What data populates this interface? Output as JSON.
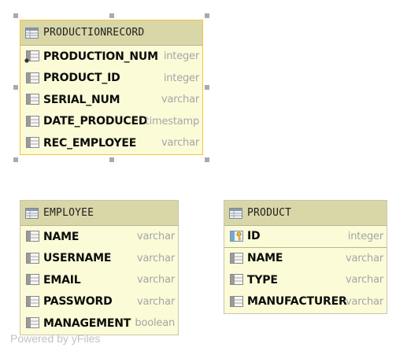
{
  "colors": {
    "header_bg": "#d9d6a8",
    "body_bg": "#fbfbd8",
    "selection_border": "#f3c43c",
    "type_text": "#a5a5a5"
  },
  "tables": {
    "productionrecord": {
      "title": "PRODUCTIONRECORD",
      "icon": "table-icon",
      "selected": true,
      "columns": [
        {
          "name": "PRODUCTION_NUM",
          "type": "integer",
          "icon": "column-icon",
          "marker": "dot"
        },
        {
          "name": "PRODUCT_ID",
          "type": "integer",
          "icon": "column-icon"
        },
        {
          "name": "SERIAL_NUM",
          "type": "varchar",
          "icon": "column-icon"
        },
        {
          "name": "DATE_PRODUCED",
          "type": "timestamp",
          "icon": "column-icon"
        },
        {
          "name": "REC_EMPLOYEE",
          "type": "varchar",
          "icon": "column-icon"
        }
      ]
    },
    "employee": {
      "title": "EMPLOYEE",
      "icon": "table-icon",
      "columns": [
        {
          "name": "NAME",
          "type": "varchar",
          "icon": "column-icon"
        },
        {
          "name": "USERNAME",
          "type": "varchar",
          "icon": "column-icon"
        },
        {
          "name": "EMAIL",
          "type": "varchar",
          "icon": "column-icon"
        },
        {
          "name": "PASSWORD",
          "type": "varchar",
          "icon": "column-icon"
        },
        {
          "name": "MANAGEMENT",
          "type": "boolean",
          "icon": "column-icon"
        }
      ]
    },
    "product": {
      "title": "PRODUCT",
      "icon": "table-icon",
      "columns": [
        {
          "name": "ID",
          "type": "integer",
          "icon": "primary-key-icon",
          "primary_key": true
        },
        {
          "name": "NAME",
          "type": "varchar",
          "icon": "column-icon"
        },
        {
          "name": "TYPE",
          "type": "varchar",
          "icon": "column-icon"
        },
        {
          "name": "MANUFACTURER",
          "type": "varchar",
          "icon": "column-icon"
        }
      ]
    }
  },
  "watermark": "Powered by yFiles"
}
